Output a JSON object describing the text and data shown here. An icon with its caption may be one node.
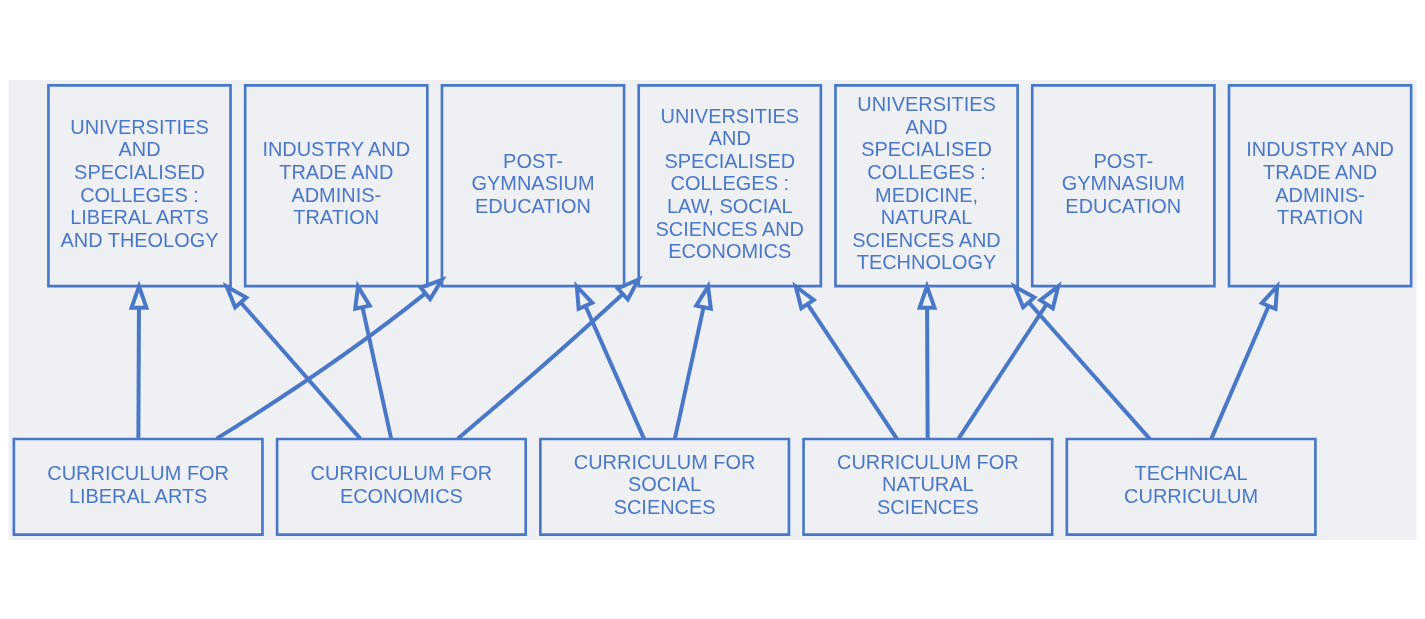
{
  "diagram": {
    "nodes": [
      {
        "text": [
          "UNIVERSITIES AND SPECIALISED COLLEGES : LIBERAL ARTS AND THEOLOGY"
        ]
      },
      {
        "text": [
          "INDUSTRY AND TRADE AND ADMINIS- TRATION"
        ]
      },
      {
        "text": [
          "POST- GYMNASIUM EDUCATION"
        ]
      },
      {
        "text": [
          "UNIVERSITIES AND SPECIALISED COLLEGES : LAW, SOCIAL SCIENCES AND ECONOMICS"
        ]
      },
      {
        "text": [
          "UNIVERSITIES AND SPECIALISED COLLEGES : MEDICINE, NATURAL SCIENCES AND TECHNOLOGY"
        ]
      },
      {
        "text": [
          "POST- GYMNASIUM EDUCATION"
        ]
      },
      {
        "text": [
          "INDUSTRY AND TRADE AND ADMINIS- TRATION"
        ]
      },
      {
        "text": [
          "CURRICULUM FOR LIBERAL ARTS"
        ]
      },
      {
        "text": [
          "CURRICULUM FOR ECONOMICS"
        ]
      },
      {
        "text": [
          "CURRICULUM FOR SOCIAL SCIENCES"
        ]
      },
      {
        "text": [
          "CURRICULUM FOR NATURAL SCIENCES"
        ]
      },
      {
        "text": [
          "TECHNICAL CURRICULUM"
        ]
      }
    ],
    "edges": [
      {
        "from": 7,
        "to": 0,
        "arrow": "to"
      },
      {
        "from": 7,
        "to": 2,
        "arrow": "to"
      },
      {
        "from": 8,
        "to": 0,
        "arrow": "to"
      },
      {
        "from": 8,
        "to": 1,
        "arrow": "to"
      },
      {
        "from": 8,
        "to": 3,
        "arrow": "to"
      },
      {
        "from": 9,
        "to": 2,
        "arrow": "to"
      },
      {
        "from": 9,
        "to": 3,
        "arrow": "to"
      },
      {
        "from": 10,
        "to": 3,
        "arrow": "to"
      },
      {
        "from": 10,
        "to": 4,
        "arrow": "to"
      },
      {
        "from": 10,
        "to": 5,
        "arrow": "to"
      },
      {
        "from": 11,
        "to": 4,
        "arrow": "to"
      },
      {
        "from": 11,
        "to": 6,
        "arrow": "to"
      }
    ]
  }
}
